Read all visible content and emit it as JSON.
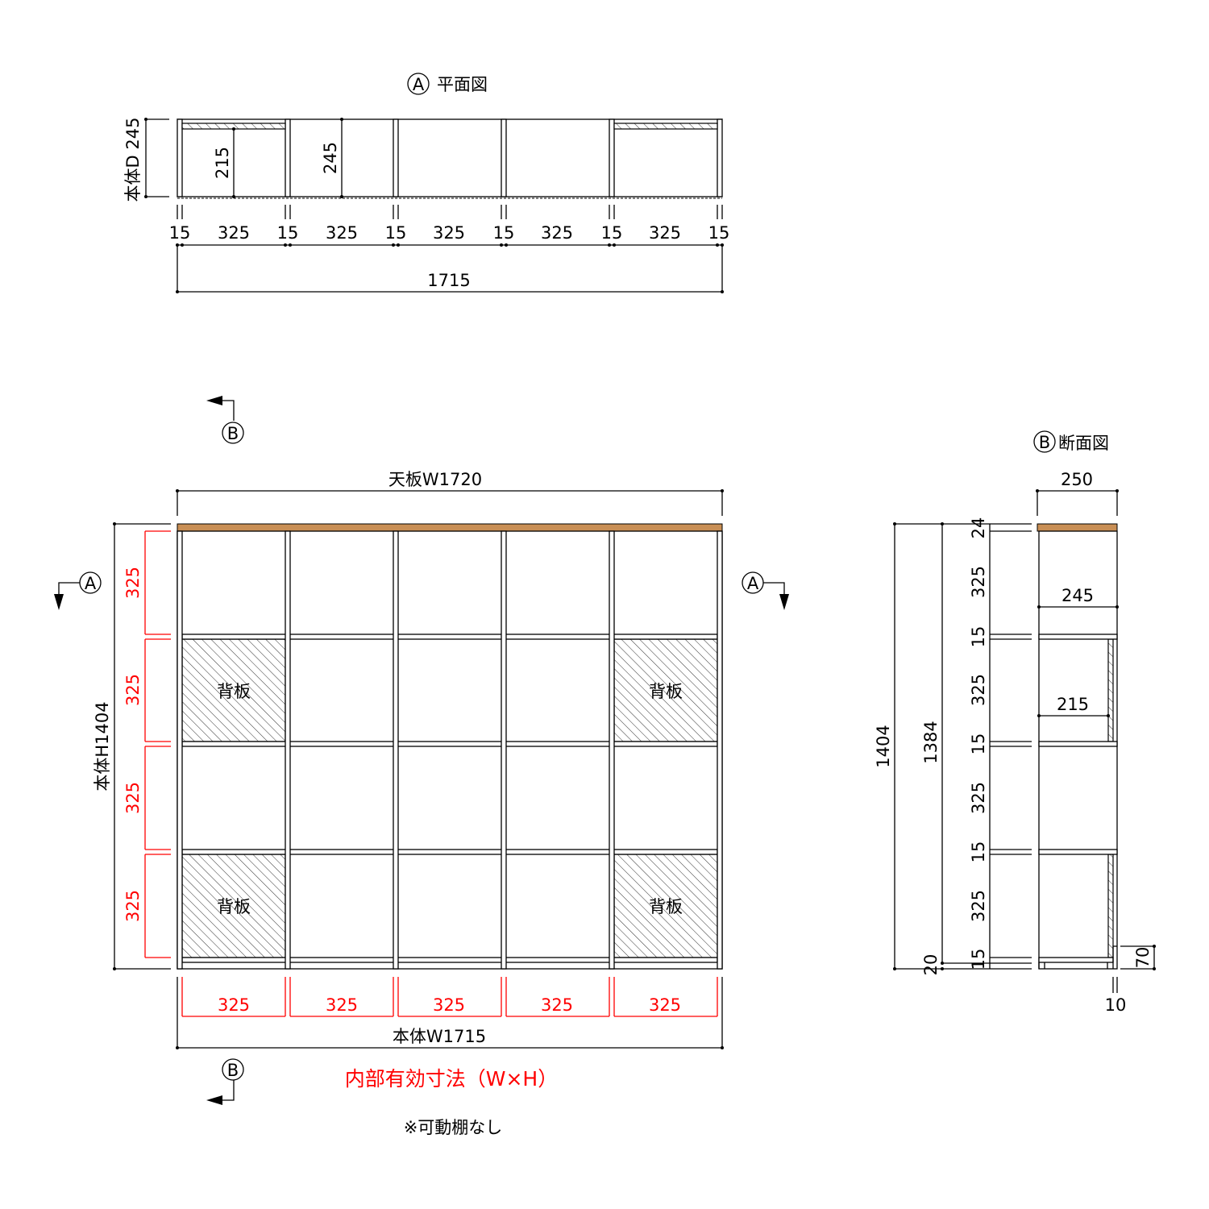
{
  "colors": {
    "top_board": "#c98f55",
    "internal_dims": "#ff0000"
  },
  "plan_view": {
    "marker": "A",
    "title": "平面図",
    "depth_label": "本体D 245",
    "inner_depth": "215",
    "depth": "245",
    "widths": [
      "15",
      "325",
      "15",
      "325",
      "15",
      "325",
      "15",
      "325",
      "15",
      "325",
      "15"
    ],
    "total": "1715"
  },
  "front_view": {
    "top_board_label": "天板W1720",
    "height_label": "本体H1404",
    "width_label": "本体W1715",
    "inner_heights": [
      "325",
      "325",
      "325",
      "325"
    ],
    "inner_widths": [
      "325",
      "325",
      "325",
      "325",
      "325"
    ],
    "back_panel_label": "背板",
    "section_markers": [
      "A",
      "A",
      "B",
      "B"
    ],
    "caption": "内部有効寸法（W×H）",
    "note": "※可動棚なし"
  },
  "section_view": {
    "marker": "B",
    "title": "断面図",
    "top_width": "250",
    "body_depth": "245",
    "inner_depth": "215",
    "total_height": "1404",
    "body_height": "1384",
    "plinth": "20",
    "stack": [
      "24",
      "325",
      "15",
      "325",
      "15",
      "325",
      "15",
      "325",
      "15"
    ],
    "kick_height": "70",
    "kick_depth": "10"
  }
}
